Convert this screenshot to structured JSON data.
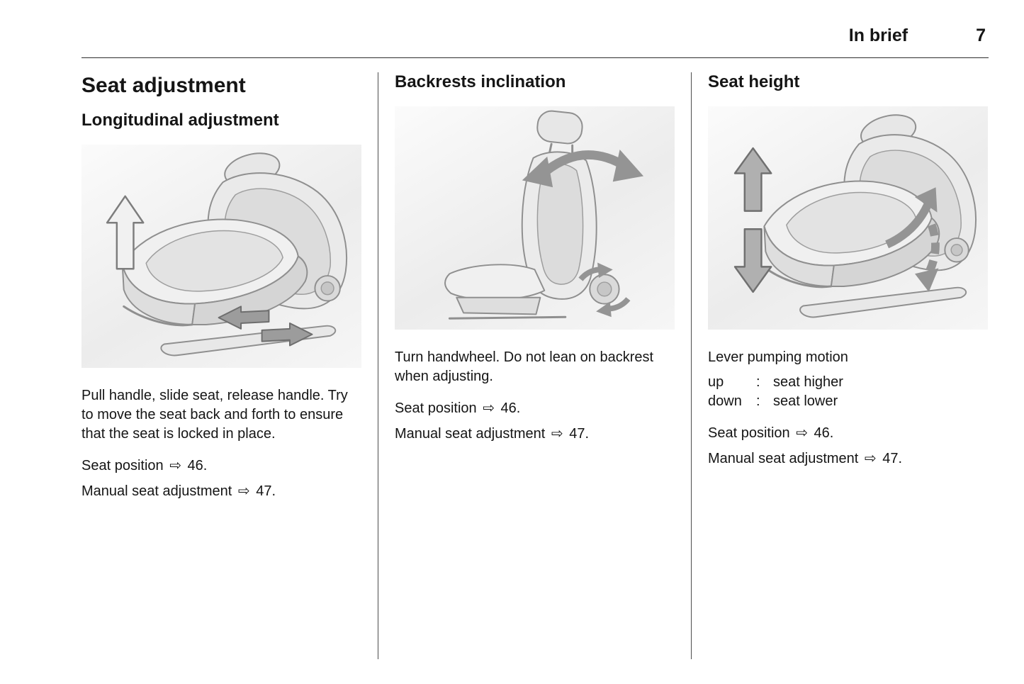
{
  "header": {
    "section_title": "In brief",
    "page_number": "7"
  },
  "icons": {
    "cross_ref_arrow": "⇨"
  },
  "columns": {
    "seat_adjustment": {
      "title": "Seat adjustment",
      "subtitle": "Longitudinal adjustment",
      "paragraph": "Pull handle, slide seat, release handle. Try to move the seat back and forth to ensure that the seat is locked in place.",
      "ref_seat_position": {
        "label": "Seat position",
        "page": "46."
      },
      "ref_manual_adjustment": {
        "label": "Manual seat adjustment",
        "page": "47."
      }
    },
    "backrests_inclination": {
      "title": "Backrests inclination",
      "paragraph": "Turn handwheel. Do not lean on backrest when adjusting.",
      "ref_seat_position": {
        "label": "Seat position",
        "page": "46."
      },
      "ref_manual_adjustment": {
        "label": "Manual seat adjustment",
        "page": "47."
      }
    },
    "seat_height": {
      "title": "Seat height",
      "paragraph": "Lever pumping motion",
      "definitions": [
        {
          "term": "up",
          "separator": ":",
          "description": "seat higher"
        },
        {
          "term": "down",
          "separator": ":",
          "description": "seat lower"
        }
      ],
      "ref_seat_position": {
        "label": "Seat position",
        "page": "46."
      },
      "ref_manual_adjustment": {
        "label": "Manual seat adjustment",
        "page": "47."
      }
    }
  }
}
